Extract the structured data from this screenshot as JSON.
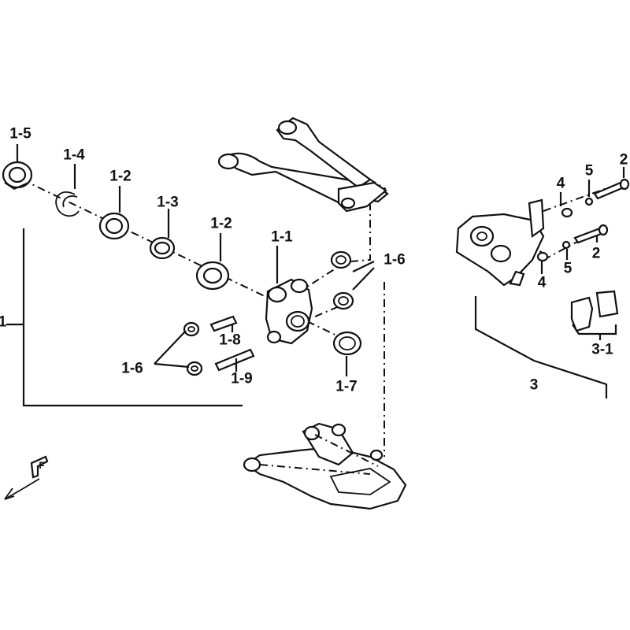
{
  "labels": {
    "l_1_5": "1-5",
    "l_1_4": "1-4",
    "l_1_2a": "1-2",
    "l_1_3": "1-3",
    "l_1_2b": "1-2",
    "l_1_1": "1-1",
    "l_1_6a": "1-6",
    "l_1_8": "1-8",
    "l_1_6b": "1-6",
    "l_1_9": "1-9",
    "l_1_7": "1-7",
    "l_1": "1",
    "l_4a": "4",
    "l_5a": "5",
    "l_2a": "2",
    "l_2b": "2",
    "l_5b": "5",
    "l_4b": "4",
    "l_3_1": "3-1",
    "l_3": "3"
  },
  "front_marker": "F"
}
